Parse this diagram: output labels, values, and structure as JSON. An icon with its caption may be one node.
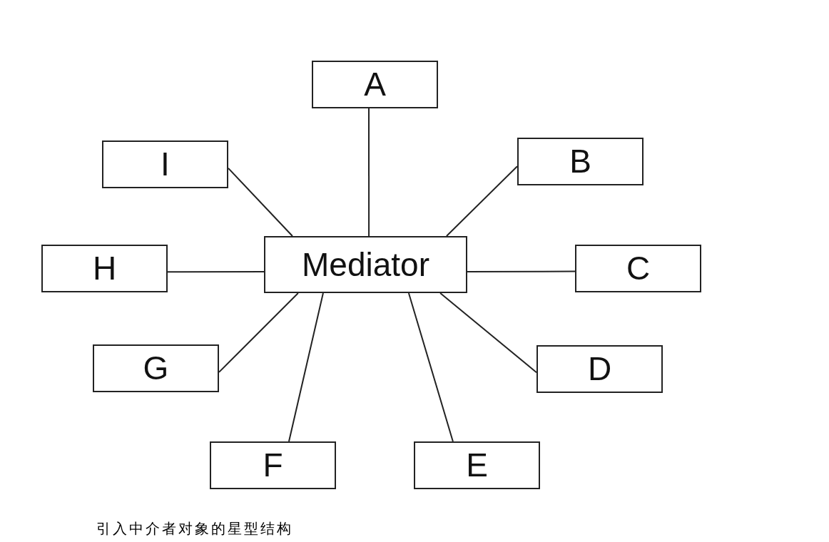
{
  "diagram": {
    "caption": "引入中介者对象的星型结构",
    "nodes": [
      {
        "text": [
          "A"
        ]
      },
      {
        "text": [
          "I"
        ]
      },
      {
        "text": [
          "B"
        ]
      },
      {
        "text": [
          "Mediator"
        ]
      },
      {
        "text": [
          "H"
        ]
      },
      {
        "text": [
          "C"
        ]
      },
      {
        "text": [
          "G"
        ]
      },
      {
        "text": [
          "D"
        ]
      },
      {
        "text": [
          "F"
        ]
      },
      {
        "text": [
          "E"
        ]
      }
    ],
    "edges": [
      {
        "from": 3,
        "to": 0,
        "arrow": "none"
      },
      {
        "from": 3,
        "to": 2,
        "arrow": "none"
      },
      {
        "from": 3,
        "to": 5,
        "arrow": "none"
      },
      {
        "from": 3,
        "to": 7,
        "arrow": "none"
      },
      {
        "from": 3,
        "to": 9,
        "arrow": "none"
      },
      {
        "from": 3,
        "to": 8,
        "arrow": "none"
      },
      {
        "from": 3,
        "to": 6,
        "arrow": "none"
      },
      {
        "from": 3,
        "to": 4,
        "arrow": "none"
      },
      {
        "from": 3,
        "to": 1,
        "arrow": "none"
      }
    ]
  }
}
